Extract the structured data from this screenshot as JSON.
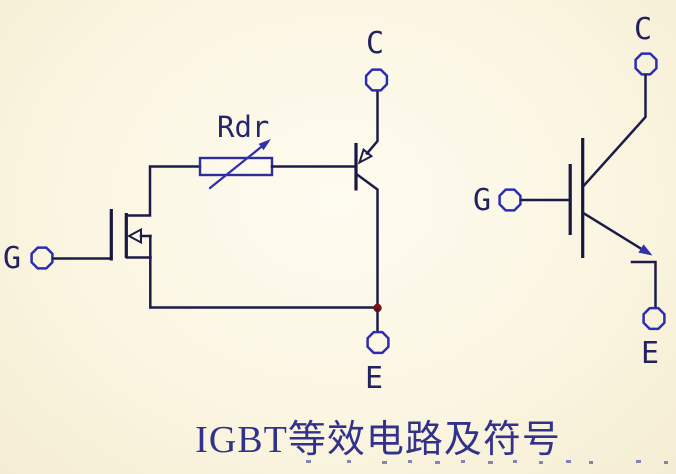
{
  "caption": "IGBT等效电路及符号",
  "equivalent_circuit": {
    "gate_label": "G",
    "collector_label": "C",
    "emitter_label": "E",
    "resistor_label": "Rdr"
  },
  "igbt_symbol": {
    "gate_label": "G",
    "collector_label": "C",
    "emitter_label": "E"
  },
  "colors": {
    "background": "#fbf6e2",
    "wire": "#1c1c48",
    "component_blue": "#3131ab",
    "terminal_blue": "#2c2cb4",
    "junction_red": "#7c1214",
    "label_text": "#22225e",
    "caption_text": "#32328c"
  }
}
